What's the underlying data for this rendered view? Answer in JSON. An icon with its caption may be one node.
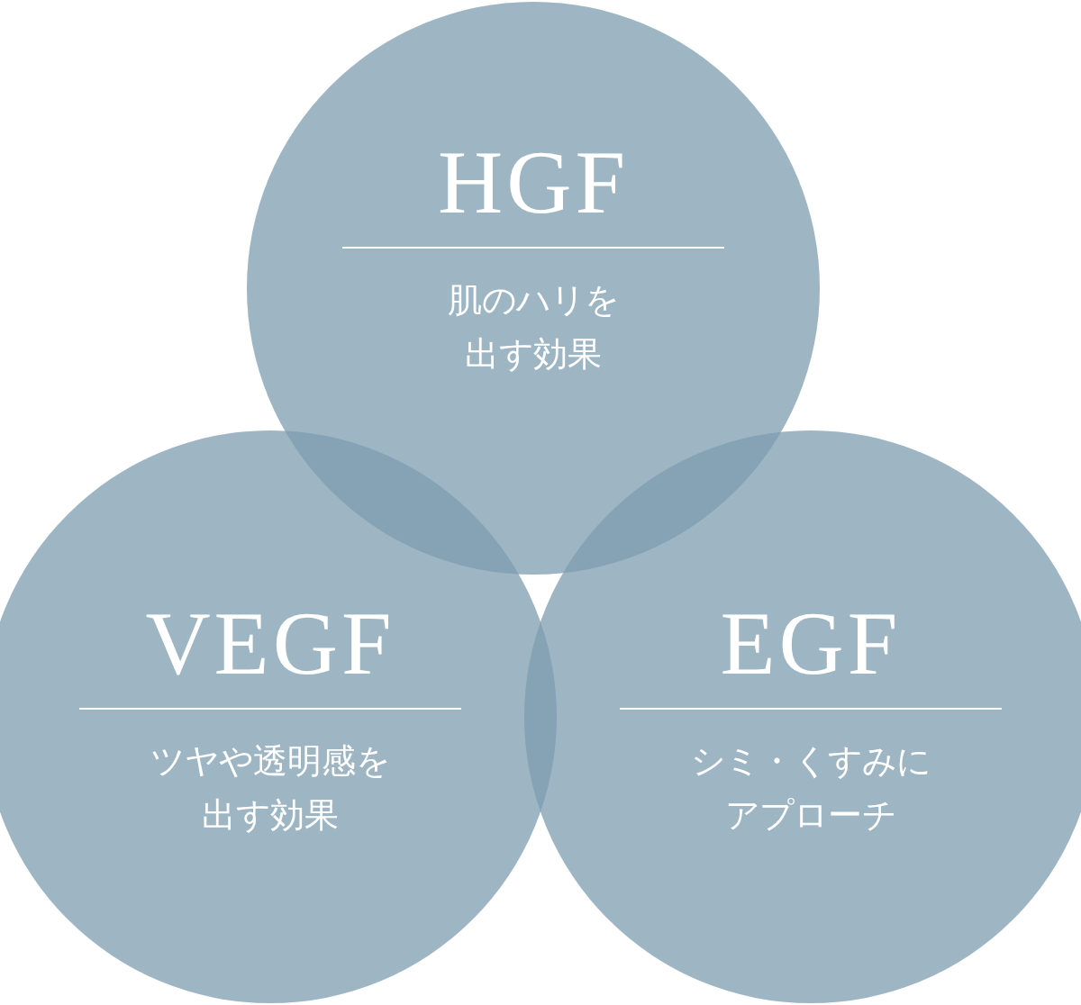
{
  "diagram": {
    "nodes": [
      {
        "text": [
          "HGF",
          "肌のハリを出す効果"
        ]
      },
      {
        "text": [
          "VEGF",
          "ツヤや透明感を出す効果"
        ]
      },
      {
        "text": [
          "EGF",
          "シミ・くすみにアプローチ"
        ]
      }
    ]
  }
}
